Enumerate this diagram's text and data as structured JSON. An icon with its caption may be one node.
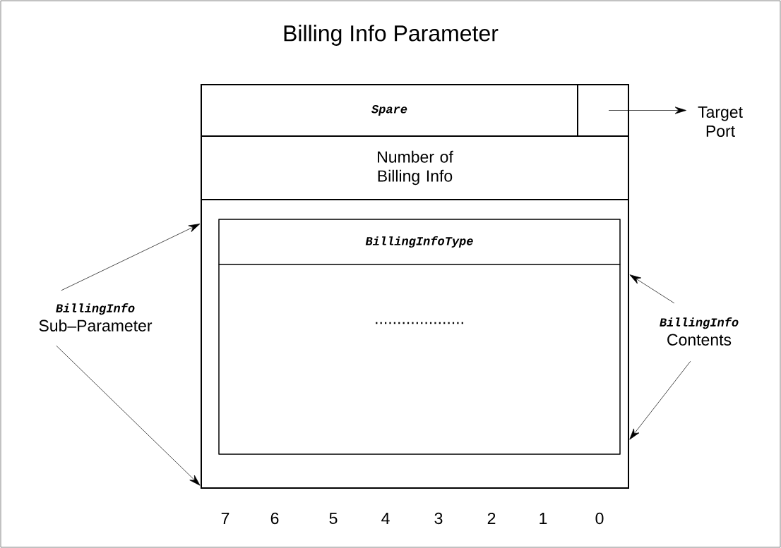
{
  "diagram": {
    "title": "Billing Info Parameter",
    "nodes": [
      {
        "text": [],
        "shape": "box"
      },
      {
        "text": [
          "Spare"
        ],
        "in": 0
      },
      {
        "text": [],
        "shape": "box",
        "in": 0
      },
      {
        "text": [
          "Number of Billing Info"
        ],
        "in": 0
      },
      {
        "text": [],
        "shape": "box",
        "in": 0
      },
      {
        "text": [
          "BillingInfoType"
        ],
        "in": 4
      },
      {
        "text": [
          "...................."
        ],
        "in": 4
      },
      {
        "text": [
          "Target Port"
        ]
      },
      {
        "text": [
          "BillingInfo",
          "Sub–Parameter"
        ]
      },
      {
        "text": [
          "BillingInfo",
          "Contents"
        ]
      }
    ],
    "edges": [
      {
        "from": 2,
        "to": 7,
        "arrow": "to"
      },
      {
        "from": 8,
        "to": 0,
        "arrow": "to"
      },
      {
        "from": 8,
        "to": 0,
        "arrow": "to"
      },
      {
        "from": 9,
        "to": 0,
        "arrow": "to"
      },
      {
        "from": 9,
        "to": 0,
        "arrow": "to"
      }
    ],
    "labels": [
      "7",
      "6",
      "5",
      "4",
      "3",
      "2",
      "1",
      "0"
    ]
  }
}
